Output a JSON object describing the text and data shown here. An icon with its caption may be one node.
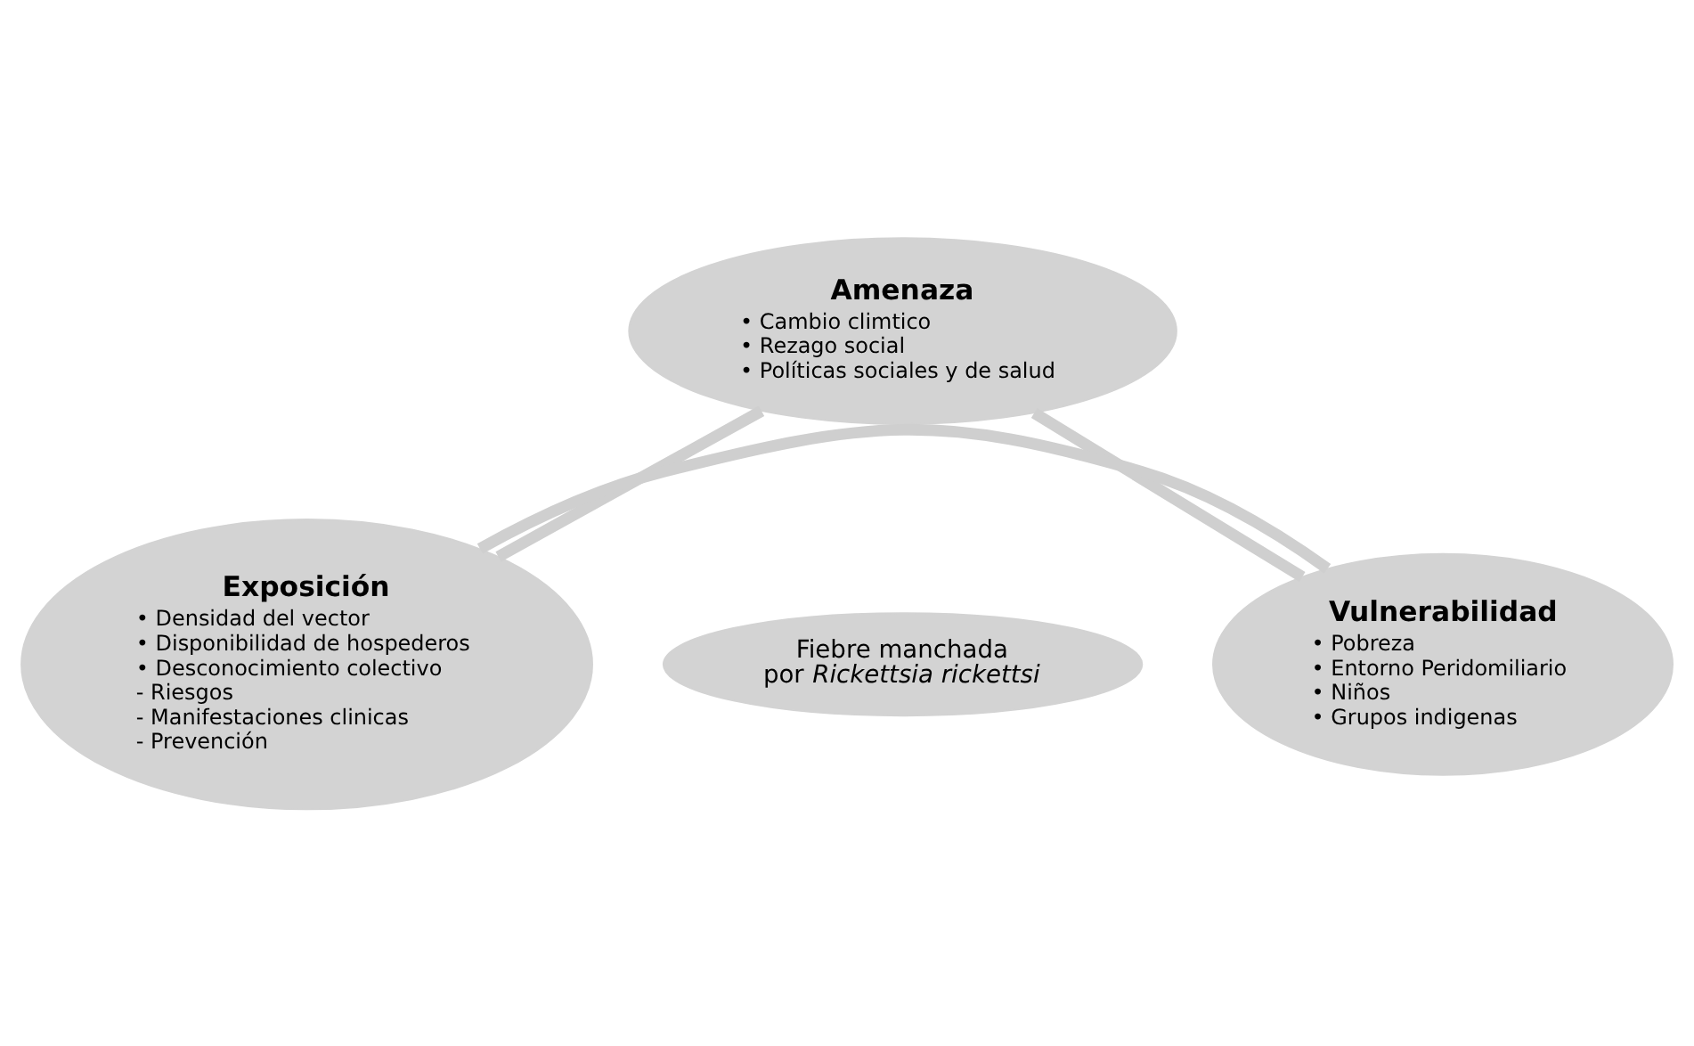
{
  "diagram": {
    "nodes": [
      {
        "text": [
          "Amenaza",
          "• Cambio climtico",
          "• Rezago social",
          "• Políticas sociales y de salud"
        ]
      },
      {
        "text": [
          "Exposición",
          "• Densidad del vector",
          "• Disponibilidad de hospederos",
          "• Desconocimiento colectivo",
          " - Riesgos",
          " - Manifestaciones clinicas",
          " - Prevención"
        ]
      },
      {
        "text": [
          "Fiebre manchada por *Rickettsia rickettsi*"
        ]
      },
      {
        "text": [
          "Vulnerabilidad",
          "• Pobreza",
          "• Entorno Peridomiliario",
          "• Niños",
          "• Grupos indigenas"
        ]
      }
    ],
    "edges": [
      {
        "from": 0,
        "to": 3,
        "arrow": "none"
      },
      {
        "from": 3,
        "to": 1,
        "arrow": "none"
      },
      {
        "from": 1,
        "to": 0,
        "arrow": "none"
      }
    ]
  }
}
